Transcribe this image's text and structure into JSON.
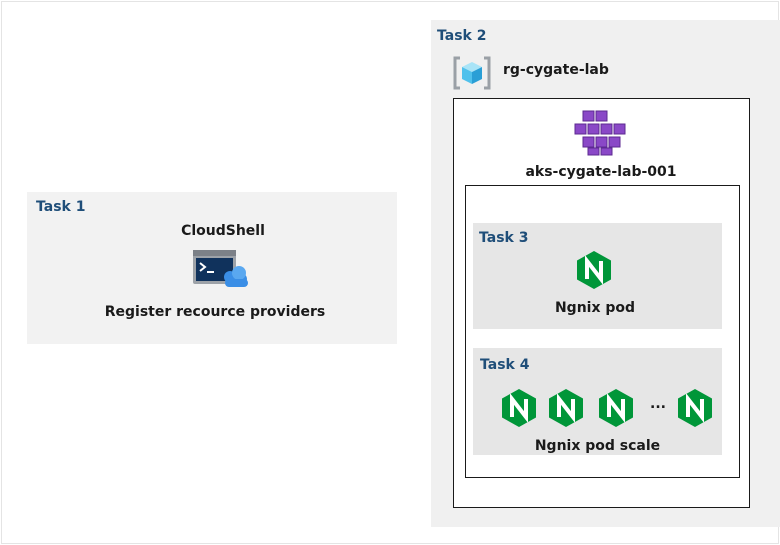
{
  "task1": {
    "label": "Task 1",
    "title": "CloudShell",
    "caption": "Register recource providers",
    "icon": "cloudshell-terminal-icon"
  },
  "task2": {
    "label": "Task 2",
    "resource_group": {
      "name": "rg-cygate-lab",
      "icon": "resource-group-icon"
    },
    "aks_cluster": {
      "name": "aks-cygate-lab-001",
      "icon": "kubernetes-cluster-icon"
    }
  },
  "task3": {
    "label": "Task 3",
    "caption": "Ngnix pod",
    "icon": "nginx-icon"
  },
  "task4": {
    "label": "Task 4",
    "caption": "Ngnix pod scale",
    "ellipsis": "...",
    "icon": "nginx-icon"
  },
  "colors": {
    "task_label": "#1f4e79",
    "nginx_green": "#009639",
    "aks_purple": "#8a48c7",
    "cloudshell_blue": "#1a6fbf"
  }
}
